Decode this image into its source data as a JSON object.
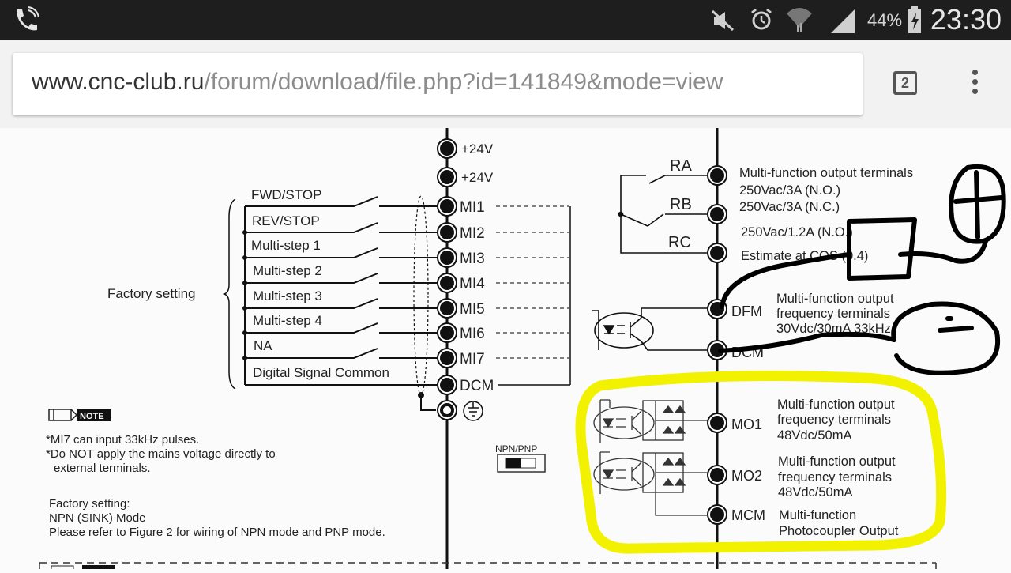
{
  "status_bar": {
    "icons": [
      "phone-call-icon",
      "mute-icon",
      "alarm-icon",
      "wifi-icon",
      "signal-icon",
      "battery-charging-icon"
    ],
    "battery": "44%",
    "time": "23:30"
  },
  "browser": {
    "url_host": "www.cnc-club.ru",
    "url_path": "/forum/download/file.php?id=141849&mode=view",
    "tab_count": "2",
    "menu_icon": "overflow-menu-icon"
  },
  "diagram": {
    "factory_setting": "Factory setting",
    "inputs": [
      {
        "terminal": "+24V",
        "label": ""
      },
      {
        "terminal": "+24V",
        "label": ""
      },
      {
        "terminal": "MI1",
        "label": "FWD/STOP"
      },
      {
        "terminal": "MI2",
        "label": "REV/STOP"
      },
      {
        "terminal": "MI3",
        "label": "Multi-step 1"
      },
      {
        "terminal": "MI4",
        "label": "Multi-step 2"
      },
      {
        "terminal": "MI5",
        "label": "Multi-step 3"
      },
      {
        "terminal": "MI6",
        "label": "Multi-step 4"
      },
      {
        "terminal": "MI7",
        "label": "NA"
      },
      {
        "terminal": "DCM",
        "label": "Digital Signal Common"
      }
    ],
    "relay": {
      "ra": "RA",
      "rb": "RB",
      "rc": "RC",
      "lines": [
        "Multi-function output terminals",
        "250Vac/3A (N.O.)",
        "250Vac/3A (N.C.)",
        "250Vac/1.2A (N.O.)",
        "Estimate at COS (0.4)"
      ]
    },
    "dfm": {
      "terminal": "DFM",
      "common": "DCM",
      "lines": [
        "Multi-function output",
        "frequency terminals",
        "30Vdc/30mA 33kHz"
      ]
    },
    "mo1": {
      "terminal": "MO1",
      "lines": [
        "Multi-function output",
        "frequency terminals",
        "48Vdc/50mA"
      ]
    },
    "mo2": {
      "terminal": "MO2",
      "lines": [
        "Multi-function output",
        "frequency terminals",
        "48Vdc/50mA"
      ]
    },
    "mcm": {
      "terminal": "MCM",
      "lines": [
        "Multi-function",
        "Photocoupler Output"
      ]
    },
    "note_badge": "NOTE",
    "notes": [
      "*MI7 can input 33kHz pulses.",
      "*Do NOT apply the mains voltage directly to",
      "external terminals."
    ],
    "factory_notes": [
      "Factory setting:",
      "NPN (SINK) Mode",
      "Please refer to Figure 2 for wiring of NPN mode and PNP mode."
    ],
    "npn_pnp": "NPN/PNP",
    "highlight_color": "#f2f200"
  }
}
